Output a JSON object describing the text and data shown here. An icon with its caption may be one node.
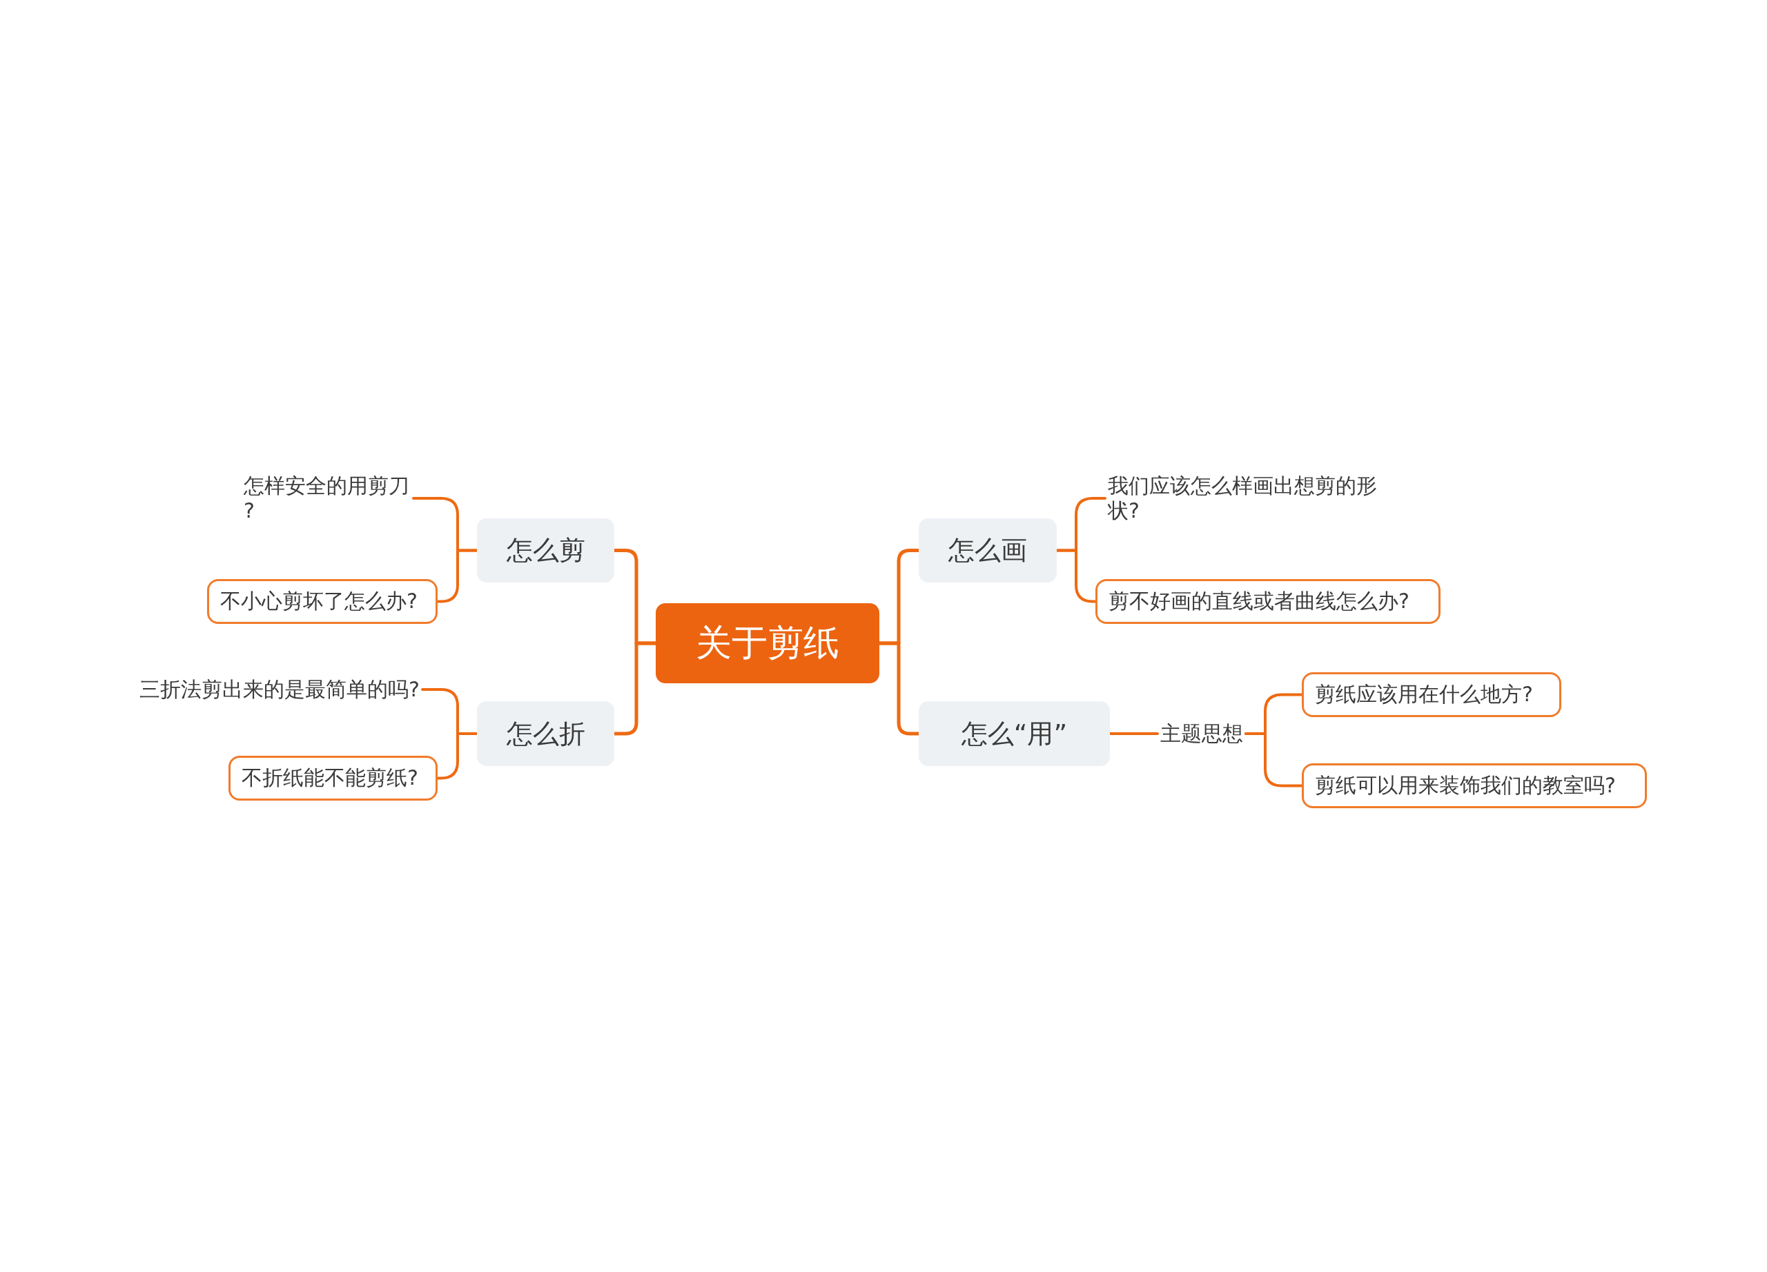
{
  "diagram": {
    "nodes": [
      {
        "text": [
          "关于剪纸"
        ]
      },
      {
        "text": [
          "怎么剪"
        ]
      },
      {
        "text": [
          "怎样安全的用剪刀?"
        ]
      },
      {
        "text": [
          "不小心剪坏了怎么办?"
        ]
      },
      {
        "text": [
          "怎么折"
        ]
      },
      {
        "text": [
          "三折法剪出来的是最简单的吗?"
        ]
      },
      {
        "text": [
          "不折纸能不能剪纸?"
        ]
      },
      {
        "text": [
          "怎么画"
        ]
      },
      {
        "text": [
          "我们应该怎么样画出想剪的形状?"
        ]
      },
      {
        "text": [
          "剪不好画的直线或者曲线怎么办?"
        ]
      },
      {
        "text": [
          "怎么“用”"
        ]
      },
      {
        "text": [
          "主题思想"
        ]
      },
      {
        "text": [
          "剪纸应该用在什么地方?"
        ]
      },
      {
        "text": [
          "剪纸可以用来装饰我们的教室吗?"
        ]
      }
    ],
    "edges": [
      {
        "from": 0,
        "to": 1,
        "arrow": "none"
      },
      {
        "from": 0,
        "to": 4,
        "arrow": "none"
      },
      {
        "from": 0,
        "to": 7,
        "arrow": "none"
      },
      {
        "from": 0,
        "to": 10,
        "arrow": "none"
      },
      {
        "from": 1,
        "to": 2,
        "arrow": "none"
      },
      {
        "from": 1,
        "to": 3,
        "arrow": "none"
      },
      {
        "from": 4,
        "to": 5,
        "arrow": "none"
      },
      {
        "from": 4,
        "to": 6,
        "arrow": "none"
      },
      {
        "from": 7,
        "to": 8,
        "arrow": "none"
      },
      {
        "from": 7,
        "to": 9,
        "arrow": "none"
      },
      {
        "from": 10,
        "to": 11,
        "arrow": "none"
      },
      {
        "from": 11,
        "to": 12,
        "arrow": "none"
      },
      {
        "from": 11,
        "to": 13,
        "arrow": "none"
      }
    ]
  }
}
